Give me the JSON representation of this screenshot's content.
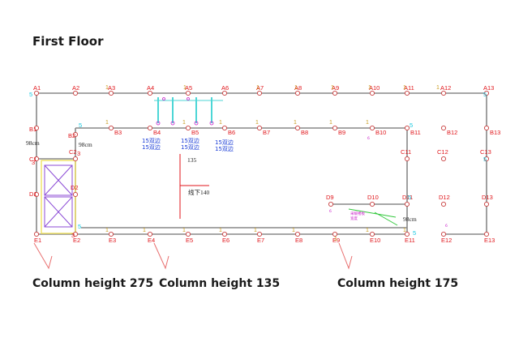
{
  "title": "First Floor",
  "columns": [
    "A1",
    "A2",
    "A3",
    "A4",
    "A5",
    "A6",
    "A7",
    "A8",
    "A9",
    "A10",
    "A11",
    "A12",
    "A13",
    "B1",
    "B2",
    "B3",
    "B4",
    "B5",
    "B6",
    "B7",
    "B8",
    "B9",
    "B10",
    "B11",
    "B12",
    "B13",
    "C1",
    "C2",
    "C11",
    "C12",
    "C13",
    "D1",
    "D2",
    "D9",
    "D10",
    "D11",
    "D12",
    "D13",
    "E1",
    "E2",
    "E3",
    "E4",
    "E5",
    "E6",
    "E7",
    "E8",
    "E9",
    "E10",
    "E11",
    "E12",
    "E13"
  ],
  "dimension_labels": [
    "98cm",
    "98cm",
    "98cm"
  ],
  "numbers": [
    "5",
    "5",
    "5",
    "5",
    "5",
    "5",
    "5",
    "5",
    "3",
    "3",
    "3",
    "1",
    "6",
    "6",
    "6"
  ],
  "center_notes": [
    "135",
    "线下140"
  ],
  "blue_notes": [
    "15双边",
    "15双边",
    "15双边",
    "15双边",
    "15双边",
    "15双边"
  ],
  "pink_note_lines": [
    "采暖楼板",
    "宽度"
  ],
  "captions": [
    "Column height 275",
    "Column height 135",
    "Column height 175"
  ],
  "colors": {
    "wall": "#888888",
    "label_red": "#e0161b",
    "label_cyan": "#16c8e0",
    "stair_purple": "#8c4bd6",
    "stair_yellow": "#f0e060",
    "arrow_pink": "#e86f6f",
    "accent_magenta": "#c81ec8",
    "accent_green": "#32c83c",
    "bars_cyan": "#4cd6d6",
    "node_outline": "#c83c3c"
  }
}
